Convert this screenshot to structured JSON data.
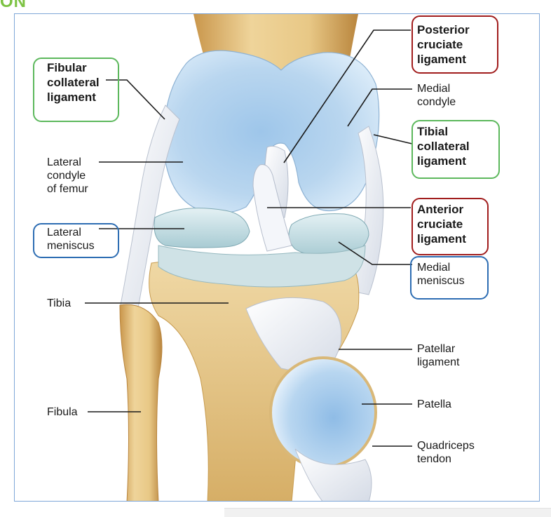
{
  "header_fragment": "ON",
  "labels": {
    "fibular_collateral": "Fibular collateral ligament",
    "lateral_condyle": "Lateral condyle of femur",
    "lateral_meniscus": "Lateral meniscus",
    "tibia": "Tibia",
    "fibula": "Fibula",
    "posterior_cruciate": "Posterior cruciate ligament",
    "medial_condyle": "Medial condyle",
    "tibial_collateral": "Tibial collateral ligament",
    "anterior_cruciate": "Anterior cruciate ligament",
    "medial_meniscus": "Medial meniscus",
    "patellar_ligament": "Patellar ligament",
    "patella": "Patella",
    "quadriceps_tendon": "Quadriceps tendon"
  },
  "label_lines": {
    "fibular_collateral": [
      "Fibular",
      "collateral",
      "ligament"
    ],
    "lateral_condyle": [
      "Lateral",
      "condyle",
      "of femur"
    ],
    "lateral_meniscus": [
      "Lateral",
      "meniscus"
    ],
    "posterior_cruciate": [
      "Posterior",
      "cruciate",
      "ligament"
    ],
    "medial_condyle": [
      "Medial",
      "condyle"
    ],
    "tibial_collateral": [
      "Tibial",
      "collateral",
      "ligament"
    ],
    "anterior_cruciate": [
      "Anterior",
      "cruciate",
      "ligament"
    ],
    "medial_meniscus": [
      "Medial",
      "meniscus"
    ],
    "patellar_ligament": [
      "Patellar",
      "ligament"
    ],
    "quadriceps_tendon": [
      "Quadriceps",
      "tendon"
    ]
  },
  "box_colors": {
    "green": "#5cb85c",
    "red": "#a11d1d",
    "blue": "#2d6db3"
  },
  "colors": {
    "bone": "#e6c98b",
    "bone_shade": "#c79b4f",
    "cartilage": "#b9d6ef",
    "ligament": "#eef1f6",
    "frame_border": "#7fa7d8",
    "header_green": "#7cc242"
  }
}
